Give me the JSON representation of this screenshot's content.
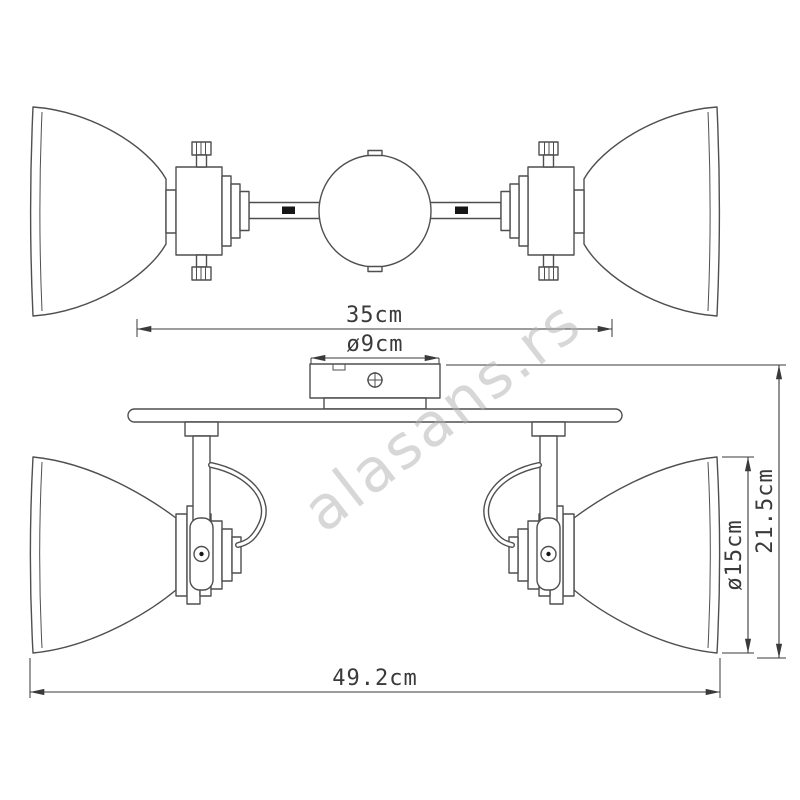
{
  "watermark": {
    "text": "alasans.rs",
    "color": "#b0b0b0"
  },
  "labels": {
    "top_width": "35cm",
    "canopy_diameter": "ø9cm",
    "overall_width": "49.2cm",
    "shade_diameter": "ø15cm",
    "overall_height": "21.5cm"
  },
  "style": {
    "line_color": "#4f4f4f",
    "dimension_color": "#3a3a3a",
    "background": "#ffffff"
  }
}
